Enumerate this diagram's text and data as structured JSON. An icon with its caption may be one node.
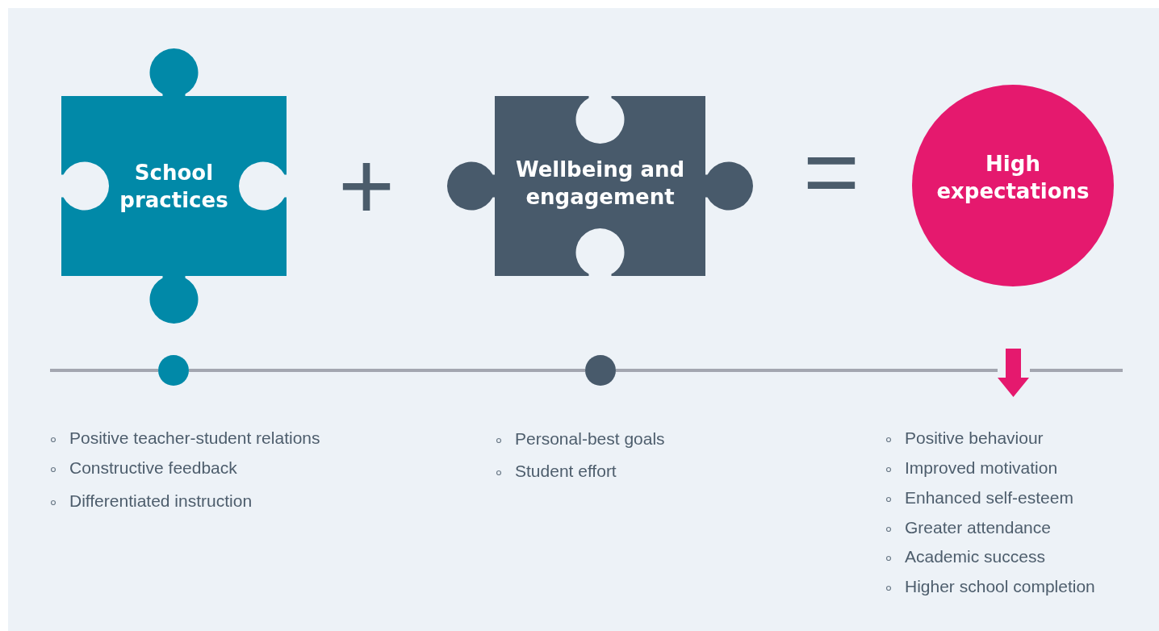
{
  "diagram": {
    "nodes": [
      {
        "text": [
          "School practices"
        ]
      },
      {
        "text": [
          "Wellbeing and engagement"
        ]
      },
      {
        "text": [
          "High expectations"
        ]
      },
      {
        "text": [],
        "shape": "circle"
      },
      {
        "text": [],
        "shape": "circle"
      },
      {
        "text": [],
        "shape": "arrow"
      }
    ],
    "edges": [
      {
        "from": null,
        "to": 3,
        "arrow": "none"
      },
      {
        "from": 3,
        "to": 4,
        "arrow": "none"
      },
      {
        "from": 4,
        "to": 5,
        "arrow": "none"
      },
      {
        "from": 5,
        "to": null,
        "arrow": "none"
      }
    ],
    "labels": [
      "+",
      "=",
      "Positive teacher-student relations",
      "Constructive feedback",
      "Differentiated instruction",
      "Personal-best goals",
      "Student effort",
      "Positive behaviour",
      "Improved motivation",
      "Enhanced self-esteem",
      "Greater attendance",
      "Academic success",
      "Higher school completion"
    ]
  }
}
